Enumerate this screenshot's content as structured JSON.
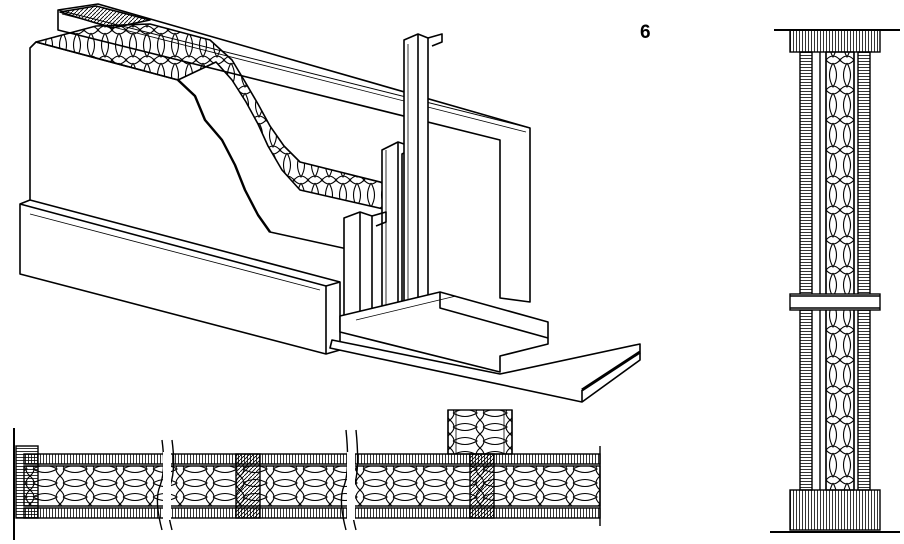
{
  "figure": {
    "label": "6",
    "ink_color": "#000000",
    "paper_color": "#ffffff"
  },
  "parts": {
    "isometric": "isometric-wall-assembly",
    "plan": "horizontal-section",
    "elevation": "vertical-section"
  }
}
